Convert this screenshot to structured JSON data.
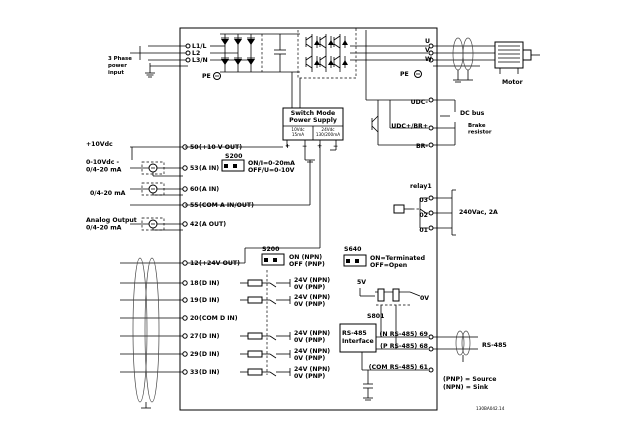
{
  "mains": {
    "label": "3 Phase\npower\ninput",
    "terminals": [
      "L1/L",
      "L2",
      "L3/N"
    ],
    "pe_label": "PE"
  },
  "motor": {
    "terminals": [
      "U",
      "V",
      "W"
    ],
    "pe_label": "PE",
    "label": "Motor"
  },
  "dc_bus": {
    "terminals": [
      "UDC-",
      "UDC+/BR+",
      "BR-"
    ],
    "dc_label": "DC bus",
    "brake_label": "Brake\nresistor"
  },
  "smps": {
    "title": "Switch Mode\nPower Supply",
    "out1": "10Vdc\n15mA",
    "out2": "24Vdc\n130/200mA"
  },
  "analog": {
    "supply_label": "+10Vdc",
    "ext1_label": "0-10Vdc -\n0/4-20 mA",
    "ext2_label": "0/4-20 mA",
    "ext3_label": "Analog Output\n0/4-20 mA",
    "terminals": [
      {
        "num": "50",
        "name": "(+10 V OUT)"
      },
      {
        "num": "53",
        "name": "(A IN)"
      },
      {
        "num": "60",
        "name": "(A IN)"
      },
      {
        "num": "55",
        "name": "(COM A IN/OUT)"
      },
      {
        "num": "42",
        "name": "(A OUT)"
      }
    ],
    "switch_label": "S200",
    "switch_desc": "ON/I=0-20mA\nOFF/U=0-10V"
  },
  "digital": {
    "switch_label": "S200",
    "switch_desc": "ON (NPN)\nOFF (PNP)",
    "terminals": [
      {
        "num": "12",
        "name": "(+24V OUT)",
        "npn": "",
        "pnp": ""
      },
      {
        "num": "18",
        "name": "(D IN)",
        "npn": "24V (NPN)",
        "pnp": "0V (PNP)"
      },
      {
        "num": "19",
        "name": "(D IN)",
        "npn": "24V (NPN)",
        "pnp": "0V (PNP)"
      },
      {
        "num": "20",
        "name": "(COM D IN)",
        "npn": "",
        "pnp": ""
      },
      {
        "num": "27",
        "name": "(D IN)",
        "npn": "24V (NPN)",
        "pnp": "0V (PNP)"
      },
      {
        "num": "29",
        "name": "(D IN)",
        "npn": "24V (NPN)",
        "pnp": "0V (PNP)"
      },
      {
        "num": "33",
        "name": "(D IN)",
        "npn": "24V (NPN)",
        "pnp": "0V (PNP)"
      }
    ]
  },
  "relay": {
    "label": "relay1",
    "terminals": [
      "03",
      "02",
      "01"
    ],
    "rating": "240Vac, 2A"
  },
  "rs485": {
    "switch_label": "S640",
    "switch_desc": "ON=Terminated\nOFF=Open",
    "v5": "5V",
    "v0": "0V",
    "s801": "S801",
    "iface": "RS-485\nInterface",
    "lines": [
      {
        "num": "69",
        "name": "(N RS-485)"
      },
      {
        "num": "68",
        "name": "(P RS-485)"
      },
      {
        "num": "61",
        "name": "(COM RS-485)"
      }
    ],
    "ext_label": "RS-485"
  },
  "legend": {
    "pnp": "(PNP) = Source",
    "npn": "(NPN) = Sink"
  },
  "drawing_id": "130BA042.14",
  "switch_on_label": "ON"
}
